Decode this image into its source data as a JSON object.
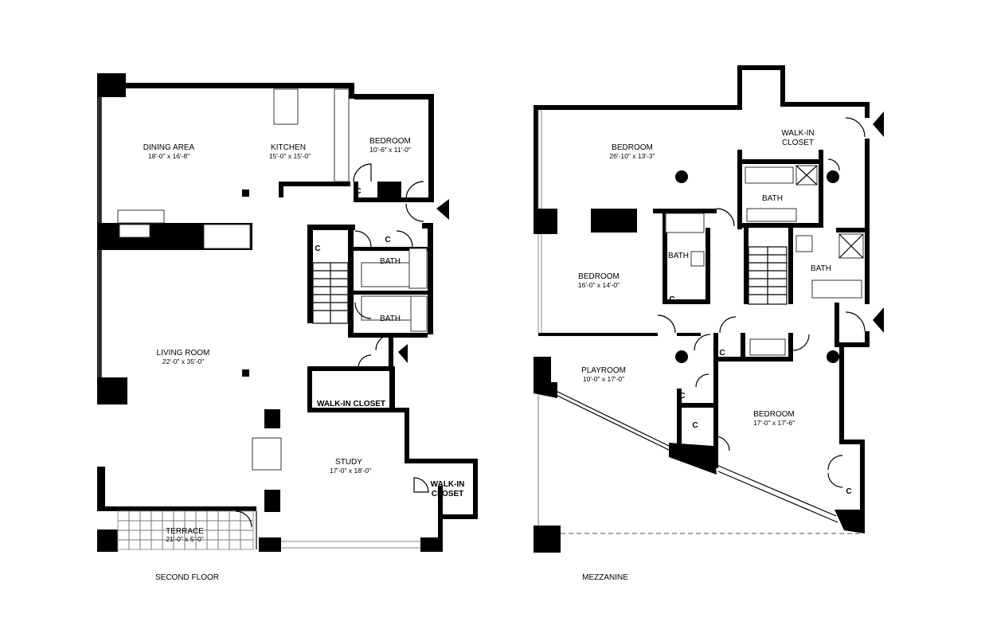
{
  "floors": [
    {
      "caption": "SECOND FLOOR",
      "rooms": [
        {
          "name": "DINING AREA",
          "dims": "18'-0\" x 16'-8\""
        },
        {
          "name": "KITCHEN",
          "dims": "15'-0\" x 15'-0\""
        },
        {
          "name": "BEDROOM",
          "dims": "10'-6\" x 11'-0\""
        },
        {
          "name": "BATH",
          "dims": ""
        },
        {
          "name": "BATH",
          "dims": ""
        },
        {
          "name": "LIVING ROOM",
          "dims": "22'-0\" x 35'-0\""
        },
        {
          "name": "WALK-IN CLOSET",
          "dims": ""
        },
        {
          "name": "STUDY",
          "dims": "17'-0\" x 18'-0\""
        },
        {
          "name": "WALK-IN",
          "line2": "CLOSET",
          "dims": ""
        },
        {
          "name": "TERRACE",
          "dims": "21'-0\" x 5'-0\""
        }
      ],
      "closet_label": "C"
    },
    {
      "caption": "MEZZANINE",
      "rooms": [
        {
          "name": "BEDROOM",
          "dims": "26'-10\" x 13'-3\""
        },
        {
          "name": "WALK-IN",
          "line2": "CLOSET",
          "dims": ""
        },
        {
          "name": "BATH",
          "dims": ""
        },
        {
          "name": "BATH",
          "dims": ""
        },
        {
          "name": "BATH",
          "dims": ""
        },
        {
          "name": "BEDROOM",
          "dims": "16'-0\" x 14'-0\""
        },
        {
          "name": "PLAYROOM",
          "dims": "10'-0\" x 17'-0\""
        },
        {
          "name": "BEDROOM",
          "dims": "17'-0\" x 17'-6\""
        }
      ],
      "closet_label": "C"
    }
  ]
}
